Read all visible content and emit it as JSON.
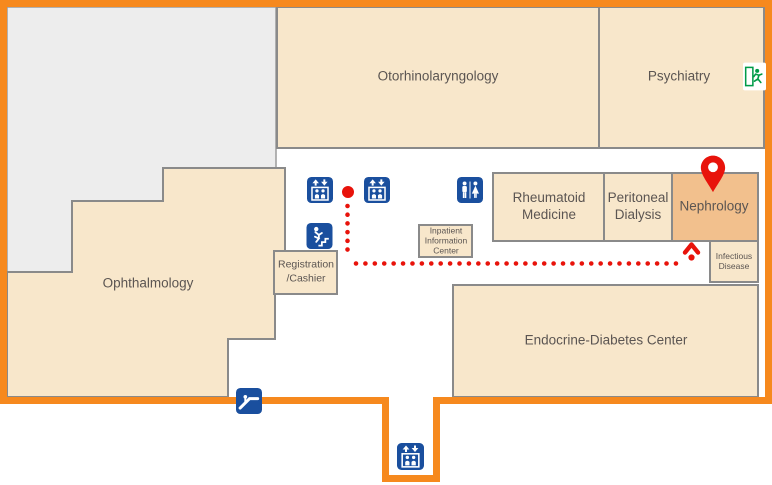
{
  "floor_map": {
    "rooms": [
      {
        "name": "Otorhinolaryngology",
        "highlighted": false
      },
      {
        "name": "Psychiatry",
        "highlighted": false
      },
      {
        "name": "Ophthalmology",
        "highlighted": false
      },
      {
        "name": "Rheumatoid Medicine",
        "highlighted": false
      },
      {
        "name": "Peritoneal Dialysis",
        "highlighted": false
      },
      {
        "name": "Nephrology",
        "highlighted": true
      },
      {
        "name": "Infectious Disease",
        "highlighted": false
      },
      {
        "name": "Endocrine-Diabetes Center",
        "highlighted": false
      },
      {
        "name": "Registration /Cashier",
        "highlighted": false
      },
      {
        "name": "Inpatient Information Center",
        "highlighted": false
      }
    ],
    "destination": {
      "room": "Nephrology",
      "marker": "destination-pin-icon"
    },
    "route": {
      "style": "dotted",
      "color": "#E8130B",
      "start_marker": "dot",
      "end_marker": "up-arrow"
    },
    "icons": [
      {
        "name": "elevator-icon",
        "count": 3
      },
      {
        "name": "restroom-icon",
        "count": 1
      },
      {
        "name": "stairs-icon",
        "count": 1
      },
      {
        "name": "escalator-icon",
        "count": 1
      },
      {
        "name": "emergency-exit-icon",
        "count": 1
      },
      {
        "name": "destination-pin-icon",
        "count": 1
      }
    ],
    "colors": {
      "building_outline": "#F6891E",
      "room_fill": "#F8E7CB",
      "room_border": "#8A8A8A",
      "highlight_fill": "#F2C08D",
      "unlabeled_area_fill": "#EDEDED",
      "icon_blue": "#1A4F9E",
      "route_red": "#E8130B",
      "exit_green": "#009B48",
      "label_text": "#5B5552"
    }
  }
}
